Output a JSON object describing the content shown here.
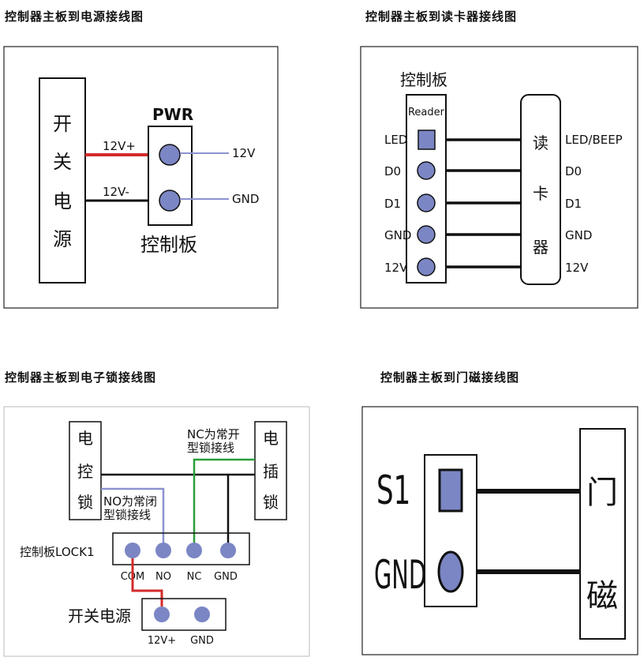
{
  "captions": {
    "power": "控制器主板到电源接线图",
    "reader": "控制器主板到读卡器接线图",
    "lock": "控制器主板到电子锁接线图",
    "door": "控制器主板到门磁接线图"
  },
  "power_panel": {
    "psu_chars": [
      "开",
      "关",
      "电",
      "源"
    ],
    "pwr_label": "PWR",
    "wire_pos": "12V+",
    "wire_neg": "12V-",
    "pin_12v": "12V",
    "pin_gnd": "GND",
    "board_label": "控制板"
  },
  "reader_panel": {
    "board_label": "控制板",
    "reader_tag": "Reader",
    "left_pins": [
      "LED",
      "D0",
      "D1",
      "GND",
      "12V"
    ],
    "right_pins": [
      "LED/BEEP",
      "D0",
      "D1",
      "GND",
      "12V"
    ],
    "reader_chars": [
      "读",
      "卡",
      "器"
    ]
  },
  "lock_panel": {
    "lock_a_chars": [
      "电",
      "控",
      "锁"
    ],
    "lock_b_chars": [
      "电",
      "插",
      "锁"
    ],
    "nc_note": [
      "NC为常开",
      "型锁接线"
    ],
    "no_note": [
      "NO为常闭",
      "型锁接线"
    ],
    "board_label": "控制板LOCK1",
    "pins": [
      "COM",
      "NO",
      "NC",
      "GND"
    ],
    "psu_label": "开关电源",
    "psu_pins": [
      "12V+",
      "GND"
    ]
  },
  "door_panel": {
    "pin_s1": "S1",
    "pin_gnd": "GND",
    "sensor_chars": [
      "门",
      "磁"
    ]
  },
  "colors": {
    "pin_fill": "#7b86c4",
    "red_wire": "#d42a2a",
    "blue_wire": "#8c93cf",
    "green_wire": "#2a9d3a",
    "black_wire": "#111111"
  }
}
